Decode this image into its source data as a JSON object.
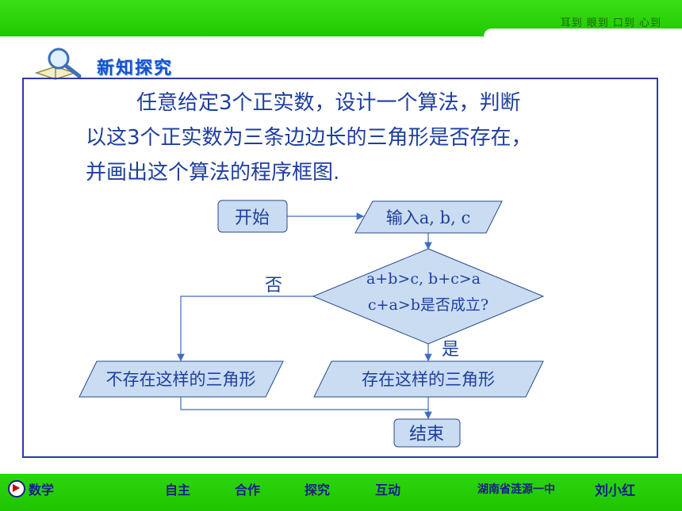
{
  "header": {
    "motto": "耳到  眼到  口到  心到"
  },
  "section": {
    "title": "新知探究",
    "icon": "magnifier-book-icon"
  },
  "problem": {
    "line1": "任意给定3个正实数，设计一个算法，判断",
    "line2": "以这3个正实数为三条边边长的三角形是否存在，",
    "line3": "并画出这个算法的程序框图."
  },
  "flowchart": {
    "start": "开始",
    "input": "输入a, b, c",
    "condition_line1": "a+b>c, b+c>a",
    "condition_line2": "c+a>b是否成立?",
    "no_label": "否",
    "yes_label": "是",
    "no_output": "不存在这样的三角形",
    "yes_output": "存在这样的三角形",
    "end": "结束",
    "colors": {
      "box_fill": "#c9dcf2",
      "box_stroke": "#2a4a8e",
      "text": "#1e3f9e",
      "arrow": "#3d6cc4"
    }
  },
  "footer": {
    "subject": "数学",
    "item1": "自主",
    "item2": "合作",
    "item3": "探究",
    "item4": "互动",
    "school": "湖南省涟源一中",
    "author": "刘小红"
  }
}
